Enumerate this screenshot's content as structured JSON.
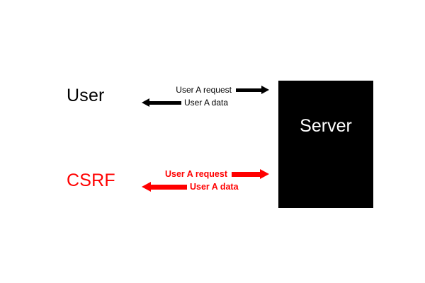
{
  "diagram": {
    "type": "csrf-sequence-diagram",
    "background_color": "#FFFFFF",
    "colors": {
      "normal": "#000000",
      "attack": "#FF0000",
      "server_fill": "#000000",
      "server_text": "#FFFFFF"
    },
    "actors": [
      {
        "id": "user",
        "label": "User",
        "color": "#000000"
      },
      {
        "id": "csrf",
        "label": "CSRF",
        "color": "#FF0000"
      }
    ],
    "server": {
      "label": "Server",
      "fill": "#000000",
      "text_color": "#FFFFFF"
    },
    "flows": [
      {
        "id": "user-flow",
        "actor": "User",
        "color": "#000000",
        "messages": [
          {
            "label": "User A request",
            "direction": "right"
          },
          {
            "label": "User A data",
            "direction": "left"
          }
        ]
      },
      {
        "id": "csrf-flow",
        "actor": "CSRF",
        "color": "#FF0000",
        "messages": [
          {
            "label": "User A request",
            "direction": "right"
          },
          {
            "label": "User A data",
            "direction": "left"
          }
        ]
      }
    ]
  }
}
